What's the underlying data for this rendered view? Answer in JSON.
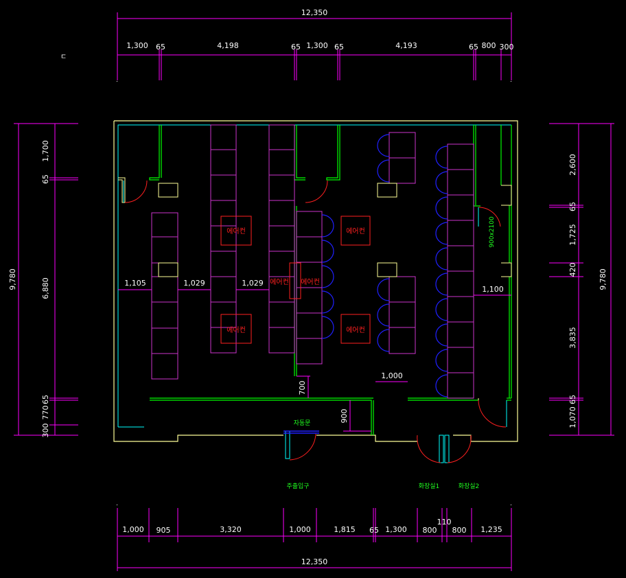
{
  "colors": {
    "background": "#000000",
    "dimension": "#ff00ff",
    "wall": "#ffff99",
    "partition": "#00ff00",
    "glass": "#00ffff",
    "furniture": "#cc33cc",
    "chair": "#2020ff",
    "door_swing": "#ff2020",
    "text": "#ffffff"
  },
  "dimensions": {
    "top_total": "12,350",
    "top_segments": [
      "1,300",
      "65",
      "4,198",
      "65",
      "1,300",
      "65",
      "4,193",
      "65",
      "800",
      "300"
    ],
    "bottom_total": "12,350",
    "bottom_segments": [
      "1,000",
      "905",
      "3,320",
      "1,000",
      "1,815",
      "65",
      "1,300",
      "800",
      "110",
      "800",
      "1,235"
    ],
    "left_total": "9,780",
    "left_segments": [
      "1,700",
      "65",
      "6,880",
      "65",
      "770",
      "300"
    ],
    "right_total": "9,780",
    "right_segments": [
      "2,600",
      "65",
      "1,725",
      "420",
      "3,835",
      "65",
      "1,070"
    ],
    "interior": [
      "1,105",
      "1,029",
      "1,029",
      "1,100",
      "1,000",
      "700",
      "900"
    ]
  },
  "labels": {
    "aircon": "에어컨",
    "aircon_list": [
      "에어컨",
      "에어컨",
      "에어컨",
      "에어컨",
      "에어컨",
      "에어컨"
    ],
    "auto_door": "자동문",
    "main_entrance": "주출입구",
    "restroom1": "화장실1",
    "restroom2": "화장실2",
    "size_note": "900x2100",
    "corner_mark": "ㄷ"
  }
}
